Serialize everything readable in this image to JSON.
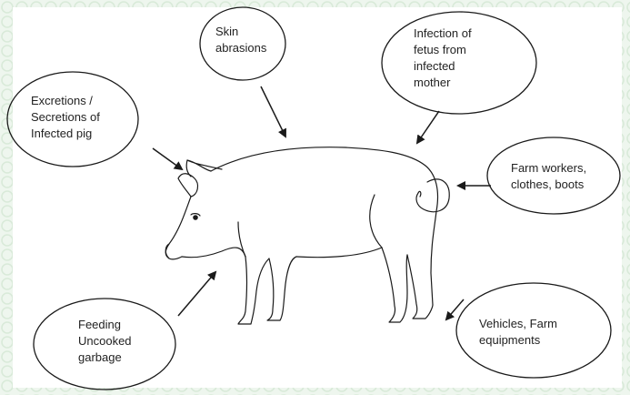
{
  "nodes": {
    "skin": "Skin\nabrasions",
    "fetus": "Infection  of\nfetus from\ninfected\nmother",
    "excretions": "Excretions /\nSecretions of\nInfected pig",
    "workers": "Farm workers,\nclothes, boots",
    "feeding": "Feeding\nUncooked\ngarbage",
    "vehicles": "Vehicles, Farm\nequipments"
  },
  "colors": {
    "line": "#1a1a1a",
    "background_pattern": "#d9ead9",
    "panel": "#ffffff"
  }
}
